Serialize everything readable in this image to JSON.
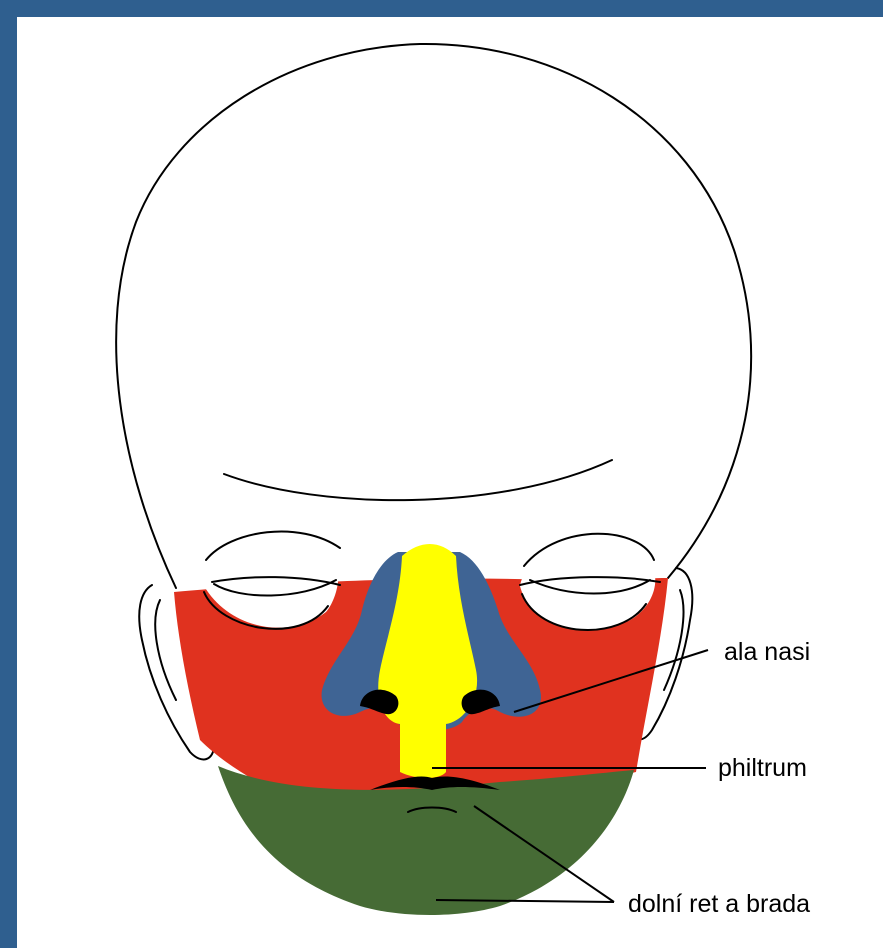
{
  "colors": {
    "frame": "#2f5f8f",
    "cheek_region": "#e0321f",
    "nose_region": "#3f6494",
    "philtrum_region": "#ffff00",
    "chin_region": "#466b35",
    "outline": "#000000"
  },
  "labels": {
    "ala_nasi": "ala nasi",
    "philtrum": "philtrum",
    "lower_lip_chin": "dolní ret a brada"
  }
}
